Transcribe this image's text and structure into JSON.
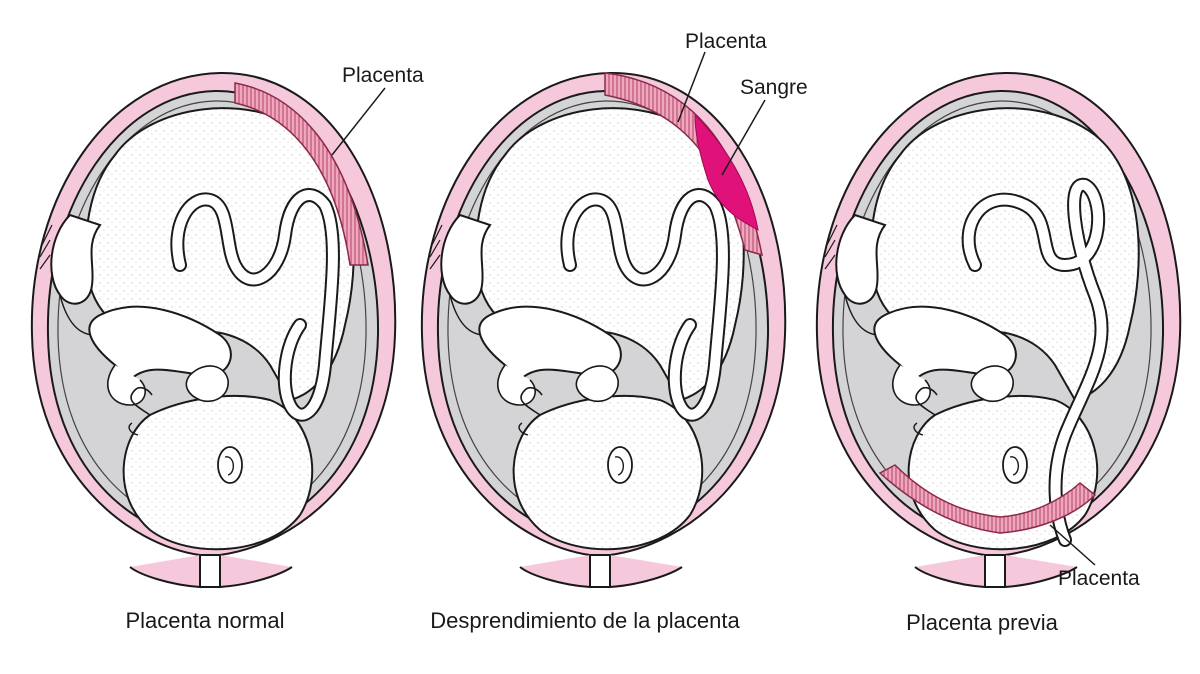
{
  "colors": {
    "uterus_wall": "#f6c8dc",
    "uterus_outline": "#1a1a1a",
    "amniotic_fluid": "#d4d4d6",
    "fetus_skin": "#ffffff",
    "placenta": "#e4869f",
    "blood": "#e0127a",
    "label_text": "#1a1a1a"
  },
  "panels": [
    {
      "caption": "Placenta normal",
      "labels": [
        "Placenta"
      ]
    },
    {
      "caption": "Desprendimiento de la placenta",
      "labels": [
        "Placenta",
        "Sangre"
      ]
    },
    {
      "caption": "Placenta previa",
      "labels": [
        "Placenta"
      ]
    }
  ]
}
